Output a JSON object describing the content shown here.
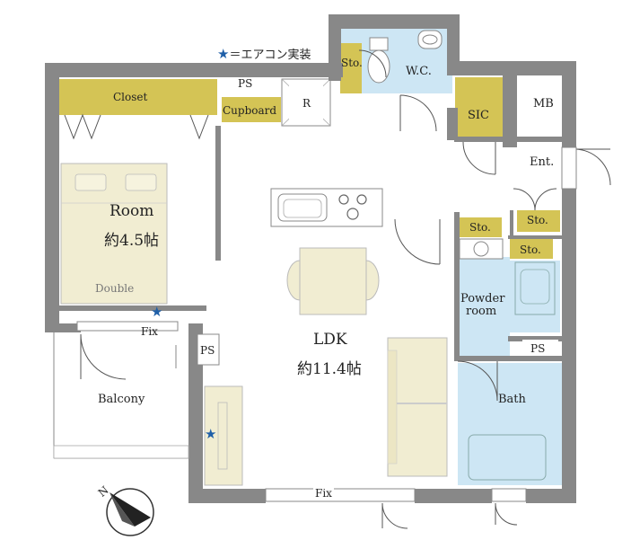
{
  "legend": {
    "star": "★",
    "text": "＝エアコン実装"
  },
  "rooms": {
    "room": {
      "name": "Room",
      "size": "約4.5帖",
      "bed": "Double"
    },
    "ldk": {
      "name": "LDK",
      "size": "約11.4帖"
    },
    "closet": "Closet",
    "cupboard": "Cupboard",
    "refrigerator": "R",
    "ps_top": "PS",
    "ps_mid": "PS",
    "ps_bath": "PS",
    "wc": "W.C.",
    "wc_storage": "Sto.",
    "sic": "SIC",
    "mb": "MB",
    "entrance": "Ent.",
    "sto_entrance": "Sto.",
    "sto_powder_upper": "Sto.",
    "sto_kitchen": "Sto.",
    "powder_room": [
      "Powder",
      "room"
    ],
    "bath": "Bath",
    "balcony": "Balcony",
    "fix_room": "Fix",
    "fix_ldk": "Fix"
  },
  "compass": {
    "label": "N"
  },
  "colors": {
    "wall": "#888888",
    "storage": "#d4c455",
    "wet": "#cde6f4",
    "furniture": "#f1edd2",
    "star": "#1f5fa8"
  }
}
